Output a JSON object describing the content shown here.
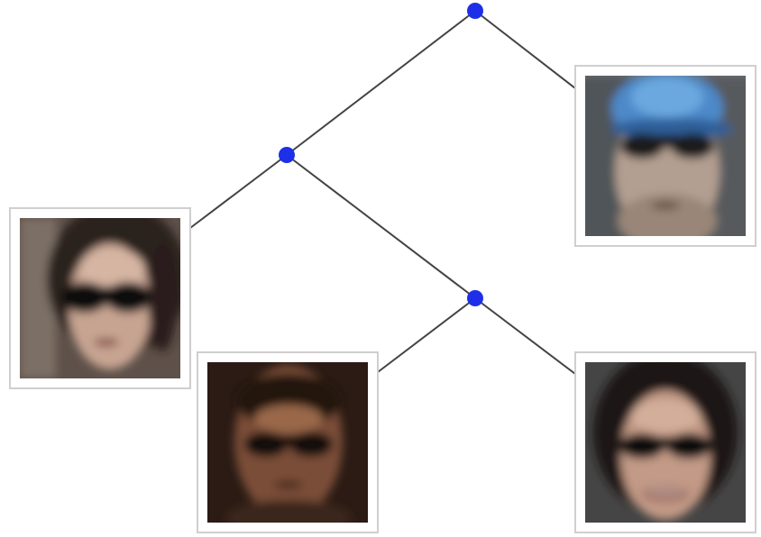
{
  "tree": {
    "colors": {
      "node": "#1e2fe8",
      "edge": "#444444",
      "frame_border": "#cfcfcf"
    },
    "nodes": [
      {
        "id": "root",
        "kind": "split"
      },
      {
        "id": "left-split",
        "kind": "split"
      },
      {
        "id": "lower-split",
        "kind": "split"
      }
    ],
    "leaves": [
      {
        "id": "leaf-blue-cap",
        "icon": "face-sunglasses-blue-cap-icon"
      },
      {
        "id": "leaf-long-hair-woman",
        "icon": "face-sunglasses-long-hair-icon"
      },
      {
        "id": "leaf-dark-man",
        "icon": "face-sunglasses-short-hair-icon"
      },
      {
        "id": "leaf-smiling-woman",
        "icon": "face-sunglasses-smiling-icon"
      }
    ]
  }
}
